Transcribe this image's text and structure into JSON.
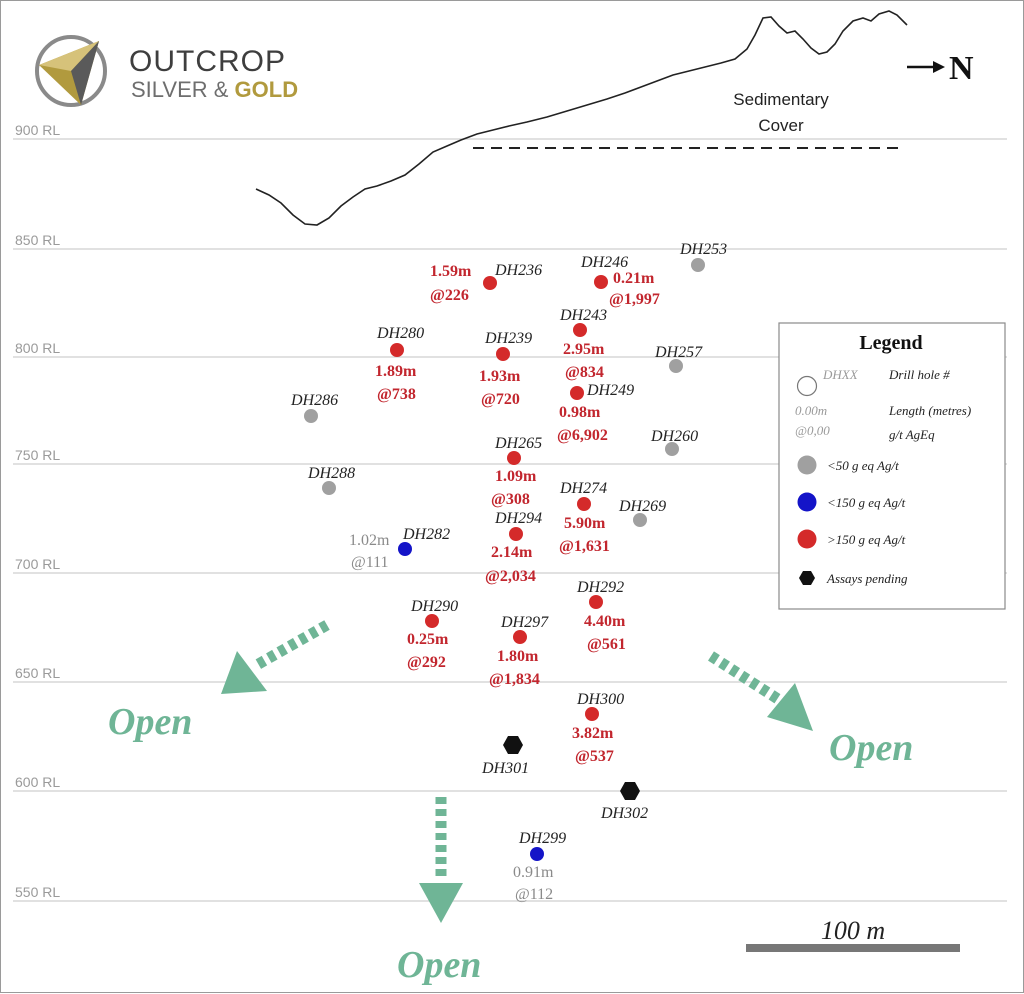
{
  "logo": {
    "line1": "OUTCROP",
    "line2a": "SILVER & ",
    "line2b": "GOLD"
  },
  "north_label": "N",
  "sedimentary_label": [
    "Sedimentary",
    "Cover"
  ],
  "scale_bar": {
    "label": "100 m"
  },
  "open_labels": [
    "Open",
    "Open",
    "Open"
  ],
  "elevations": [
    "900 RL",
    "850 RL",
    "800 RL",
    "750 RL",
    "700 RL",
    "650 RL",
    "600 RL",
    "550 RL"
  ],
  "legend": {
    "title": "Legend",
    "hole_sample": "DHXX",
    "hole_desc": "Drill hole #",
    "length_sample": "0.00m",
    "length_desc": "Length (metres)",
    "grade_sample": "@0,00",
    "grade_desc": "g/t AgEq",
    "classes": [
      {
        "label": "<50 g eq Ag/t",
        "color": "#a0a0a0"
      },
      {
        "label": "<150 g eq Ag/t",
        "color": "#1414c8"
      },
      {
        "label": ">150 g eq Ag/t",
        "color": "#d42a2a"
      }
    ],
    "pending_label": "Assays pending"
  },
  "colors": {
    "gray": "#a0a0a0",
    "blue": "#1414c8",
    "red": "#d42a2a",
    "pending": "#111111",
    "open": "#6fb596"
  },
  "holes": [
    {
      "id": "DH236",
      "cls": "red",
      "length": "1.59m",
      "grade": "@226"
    },
    {
      "id": "DH246",
      "cls": "red",
      "length": "0.21m",
      "grade": "@1,997"
    },
    {
      "id": "DH253",
      "cls": "gray"
    },
    {
      "id": "DH243",
      "cls": "red",
      "length": "2.95m",
      "grade": "@834"
    },
    {
      "id": "DH280",
      "cls": "red",
      "length": "1.89m",
      "grade": "@738"
    },
    {
      "id": "DH239",
      "cls": "red",
      "length": "1.93m",
      "grade": "@720"
    },
    {
      "id": "DH257",
      "cls": "gray"
    },
    {
      "id": "DH249",
      "cls": "red",
      "length": "0.98m",
      "grade": "@6,902"
    },
    {
      "id": "DH286",
      "cls": "gray"
    },
    {
      "id": "DH260",
      "cls": "gray"
    },
    {
      "id": "DH265",
      "cls": "red",
      "length": "1.09m",
      "grade": "@308"
    },
    {
      "id": "DH288",
      "cls": "gray"
    },
    {
      "id": "DH274",
      "cls": "red",
      "length": "5.90m",
      "grade": "@1,631"
    },
    {
      "id": "DH269",
      "cls": "gray"
    },
    {
      "id": "DH294",
      "cls": "red",
      "length": "2.14m",
      "grade": "@2,034"
    },
    {
      "id": "DH282",
      "cls": "blue",
      "length": "1.02m",
      "grade": "@111"
    },
    {
      "id": "DH292",
      "cls": "red",
      "length": "4.40m",
      "grade": "@561"
    },
    {
      "id": "DH290",
      "cls": "red",
      "length": "0.25m",
      "grade": "@292"
    },
    {
      "id": "DH297",
      "cls": "red",
      "length": "1.80m",
      "grade": "@1,834"
    },
    {
      "id": "DH300",
      "cls": "red",
      "length": "3.82m",
      "grade": "@537"
    },
    {
      "id": "DH301",
      "cls": "pending"
    },
    {
      "id": "DH302",
      "cls": "pending"
    },
    {
      "id": "DH299",
      "cls": "blue",
      "length": "0.91m",
      "grade": "@112"
    }
  ]
}
